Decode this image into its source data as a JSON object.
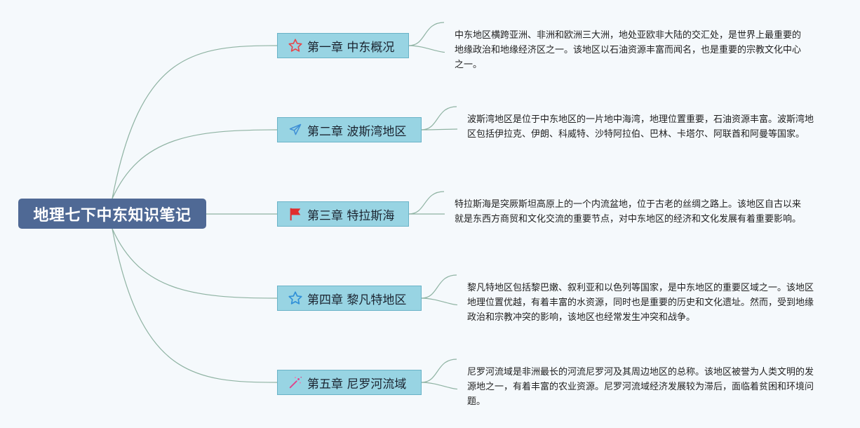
{
  "root": {
    "title": "地理七下中东知识笔记"
  },
  "chapters": [
    {
      "label": "第一章 中东概况",
      "icon": "star-outline-icon",
      "icon_color": "#e5484d",
      "desc": "中东地区横跨亚洲、非洲和欧洲三大洲，地处亚欧非大陆的交汇处，是世界上最重要的地缘政治和地缘经济区之一。该地区以石油资源丰富而闻名，也是重要的宗教文化中心之一。"
    },
    {
      "label": "第二章 波斯湾地区",
      "icon": "paper-plane-icon",
      "icon_color": "#3f8fd6",
      "desc": "波斯湾地区是位于中东地区的一片地中海湾，地理位置重要，石油资源丰富。波斯湾地区包括伊拉克、伊朗、科威特、沙特阿拉伯、巴林、卡塔尔、阿联酋和阿曼等国家。"
    },
    {
      "label": "第三章 特拉斯海",
      "icon": "red-flag-icon",
      "icon_color": "#e02d2d",
      "desc": "特拉斯海是突厥斯坦高原上的一个内流盆地，位于古老的丝绸之路上。该地区自古以来就是东西方商贸和文化交流的重要节点，对中东地区的经济和文化发展有着重要影响。"
    },
    {
      "label": "第四章 黎凡特地区",
      "icon": "star-outline-icon",
      "icon_color": "#2f8fd8",
      "desc": "黎凡特地区包括黎巴嫩、叙利亚和以色列等国家，是中东地区的重要区域之一。该地区地理位置优越，有着丰富的水资源，同时也是重要的历史和文化遗址。然而，受到地缘政治和宗教冲突的影响，该地区也经常发生冲突和战争。"
    },
    {
      "label": "第五章 尼罗河流域",
      "icon": "sparkle-wand-icon",
      "icon_color": "#e0428a",
      "desc": "尼罗河流域是非洲最长的河流尼罗河及其周边地区的总称。该地区被誉为人类文明的发源地之一，有着丰富的农业资源。尼罗河流域经济发展较为滞后，面临着贫困和环境问题。"
    }
  ],
  "colors": {
    "root_bg": "#4f6995",
    "chapter_bg": "#98d4e3",
    "chapter_border": "#6ab3c7",
    "connector": "#8fb3a3",
    "background": "#f5f9fc"
  }
}
